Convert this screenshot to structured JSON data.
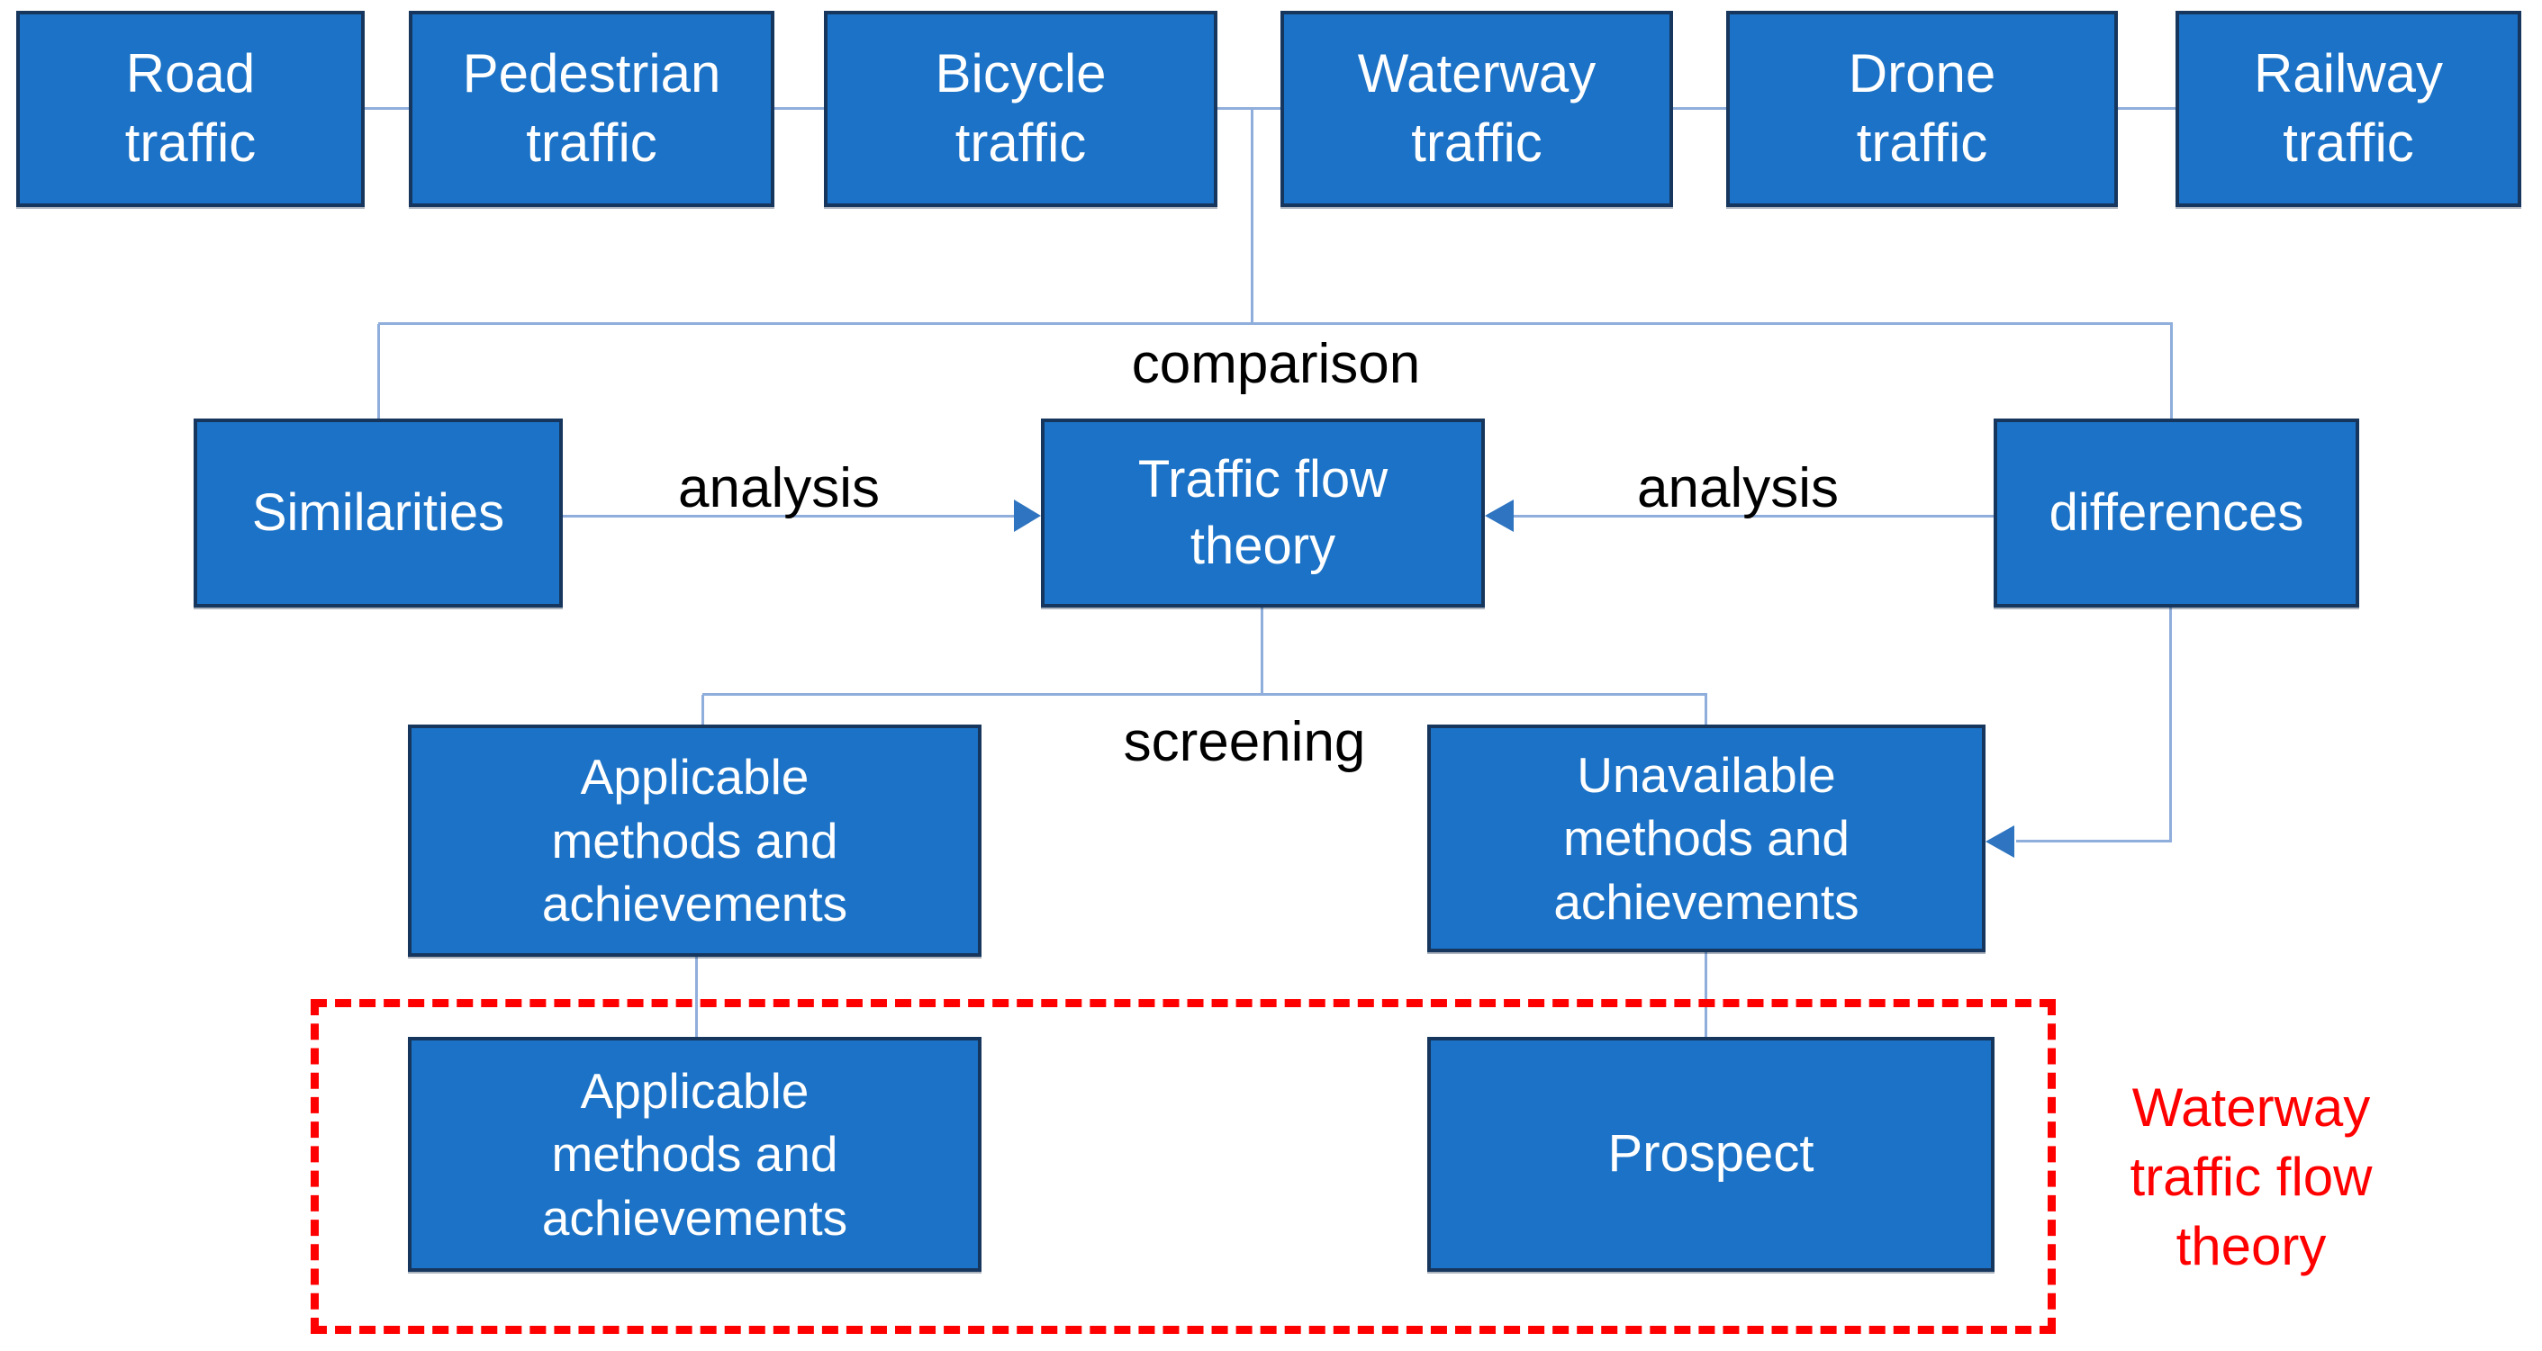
{
  "title": "Waterway traffic flow theory comparison diagram",
  "colors": {
    "background": "#FFFFFF",
    "box_fill": "#1B72C6",
    "box_border": "#16365D",
    "node_text": "#FFFFFF",
    "connector_line": "#8FAEDB",
    "arrowhead": "#2E74C0",
    "label_text": "#000000",
    "annotation_red": "#FF0000"
  },
  "nodes": {
    "road": {
      "label": "Road\ntraffic"
    },
    "pedestrian": {
      "label": "Pedestrian\ntraffic"
    },
    "bicycle": {
      "label": "Bicycle\ntraffic"
    },
    "waterway": {
      "label": "Waterway\ntraffic"
    },
    "drone": {
      "label": "Drone\ntraffic"
    },
    "railway": {
      "label": "Railway\ntraffic"
    },
    "similarities": {
      "label": "Similarities"
    },
    "traffic_flow_theory": {
      "label": "Traffic flow\ntheory"
    },
    "differences": {
      "label": "differences"
    },
    "applicable_upper": {
      "label": "Applicable\nmethods and\nachievements"
    },
    "unavailable_upper": {
      "label": "Unavailable\nmethods and\nachievements"
    },
    "applicable_lower": {
      "label": "Applicable\nmethods and\nachievements"
    },
    "prospect": {
      "label": "Prospect"
    }
  },
  "edge_labels": {
    "comparison": "comparison",
    "analysis_left": "analysis",
    "analysis_right": "analysis",
    "screening": "screening"
  },
  "annotation": {
    "waterway_note": "Waterway\ntraffic flow\ntheory"
  }
}
